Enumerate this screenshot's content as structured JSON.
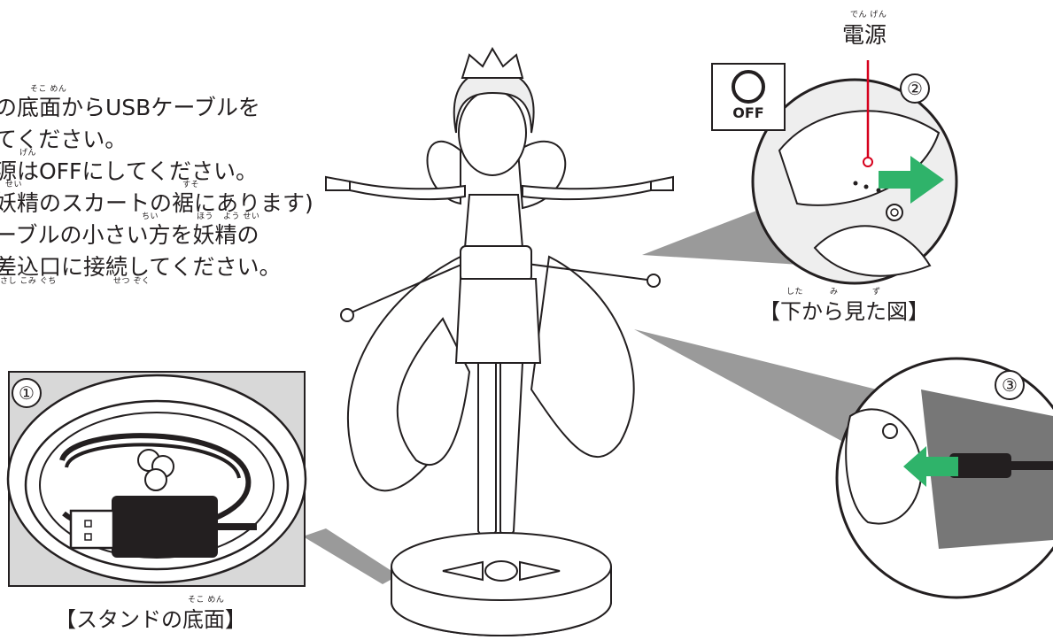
{
  "instructions": {
    "lines": [
      "の底面からUSBケーブルを",
      "てください。",
      "源はOFFにしてください。",
      "妖精のスカートの裾にあります)",
      "ーブルの小さい方を妖精の",
      "差込口に接続してください。"
    ],
    "ruby": [
      "そこ めん",
      "げん",
      "せい",
      "すそ",
      "ちい",
      "ほう",
      "よう せい",
      "さし こみ ぐち",
      "せつ ぞく"
    ]
  },
  "power": {
    "label": "電源",
    "ruby": "でん げん",
    "switch_state": "OFF"
  },
  "callouts": {
    "stand_number": "①",
    "switch_number": "②",
    "port_number": "③"
  },
  "captions": {
    "bottom_view": "【下から見た図】",
    "bottom_view_ruby": [
      "した",
      "み",
      "ず"
    ],
    "stand_bottom": "【スタンドの底面】",
    "stand_bottom_ruby": "そこ めん"
  },
  "colors": {
    "arrow_green": "#2fb36a",
    "indicator_red": "#d6001c",
    "callout_gray": "#9a9a9a",
    "line": "#231f20"
  },
  "icons": [
    "power-off-icon",
    "usb-cable-icon",
    "green-arrow-icon"
  ]
}
